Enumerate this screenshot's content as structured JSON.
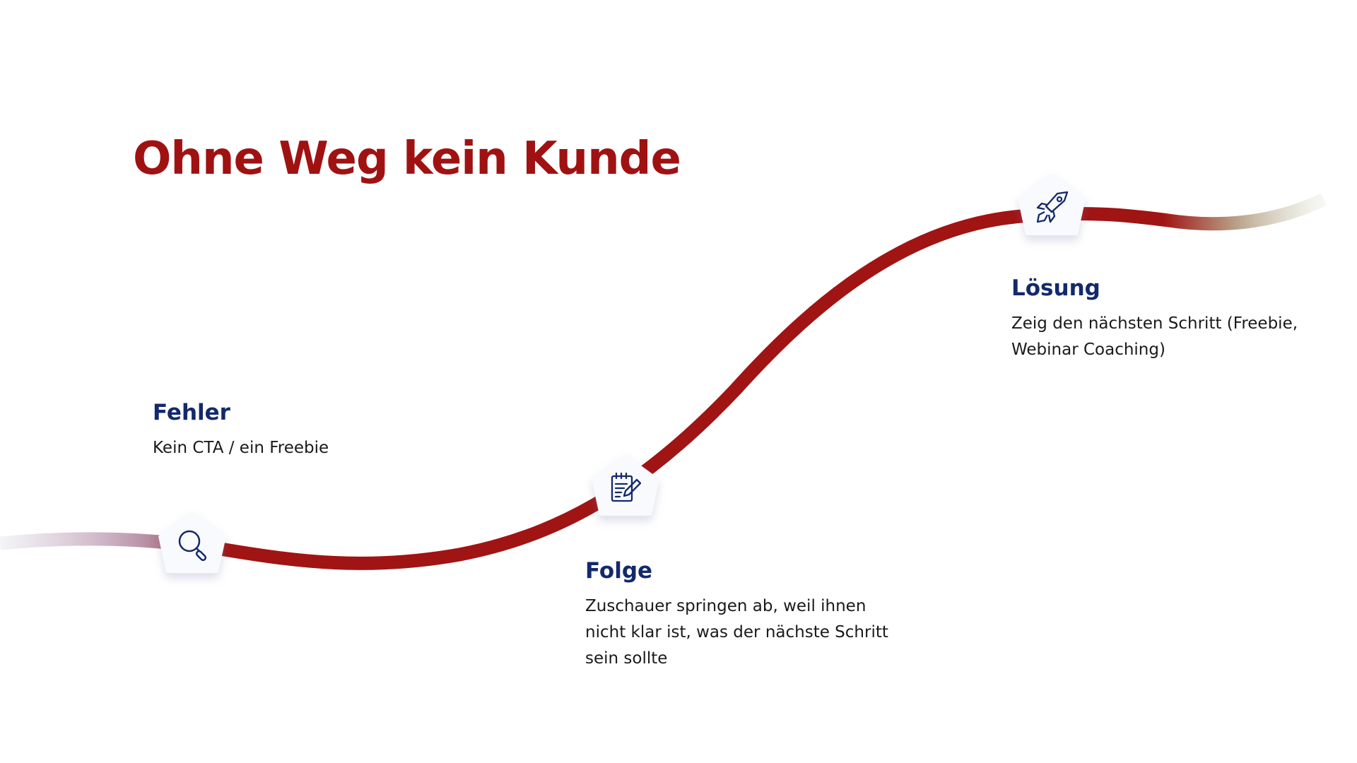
{
  "title": "Ohne Weg kein Kunde",
  "colors": {
    "accent": "#a01212",
    "heading": "#13296b",
    "icon": "#13296b"
  },
  "steps": [
    {
      "heading": "Fehler",
      "text": "Kein CTA / ein Freebie",
      "icon": "search-icon"
    },
    {
      "heading": "Folge",
      "text": "Zuschauer springen ab, weil ihnen nicht klar ist, was der nächste Schritt sein sollte",
      "icon": "notepad-edit-icon"
    },
    {
      "heading": "Lösung",
      "text": "Zeig den nächsten Schritt (Freebie, Webinar Coaching)",
      "icon": "rocket-icon"
    }
  ]
}
